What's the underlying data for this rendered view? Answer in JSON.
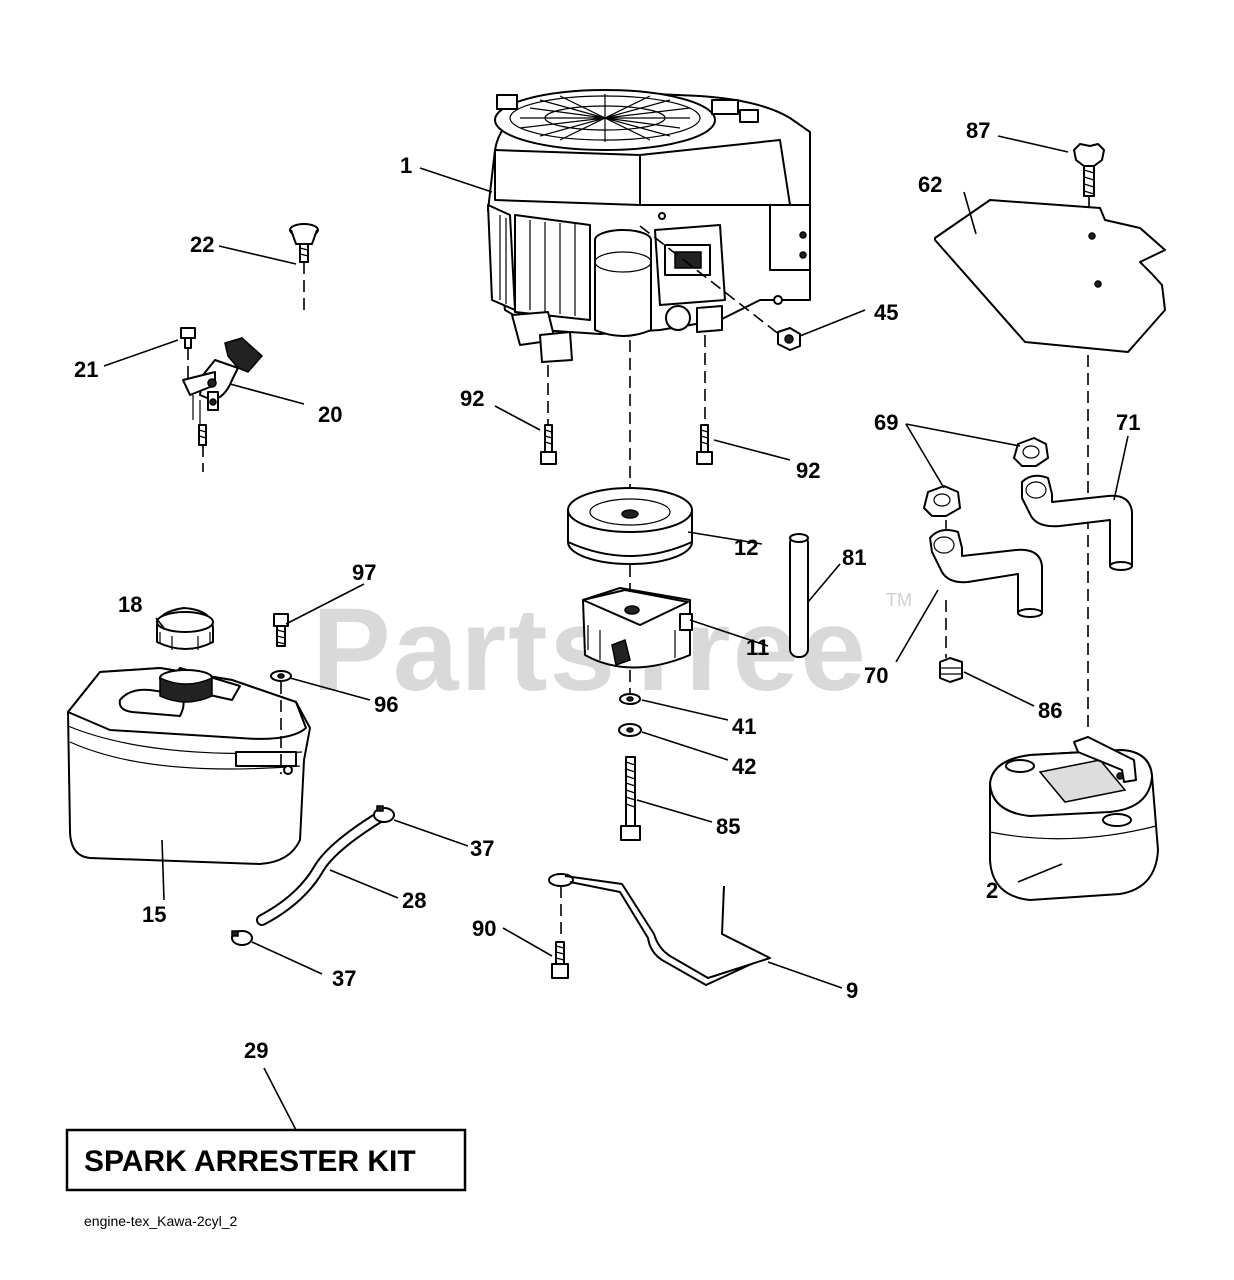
{
  "watermark": {
    "text": "PartsTree",
    "tm": "TM"
  },
  "kit_label": "SPARK ARRESTER KIT",
  "caption": "engine-tex_Kawa-2cyl_2",
  "callouts": {
    "p1": "1",
    "p2": "2",
    "p9": "9",
    "p11": "11",
    "p12": "12",
    "p15": "15",
    "p18": "18",
    "p20": "20",
    "p21": "21",
    "p22": "22",
    "p28": "28",
    "p29": "29",
    "p37a": "37",
    "p37b": "37",
    "p41": "41",
    "p42": "42",
    "p45": "45",
    "p62": "62",
    "p69": "69",
    "p70": "70",
    "p71": "71",
    "p81": "81",
    "p85": "85",
    "p86": "86",
    "p87": "87",
    "p90": "90",
    "p92a": "92",
    "p92b": "92",
    "p96": "96",
    "p97": "97"
  }
}
